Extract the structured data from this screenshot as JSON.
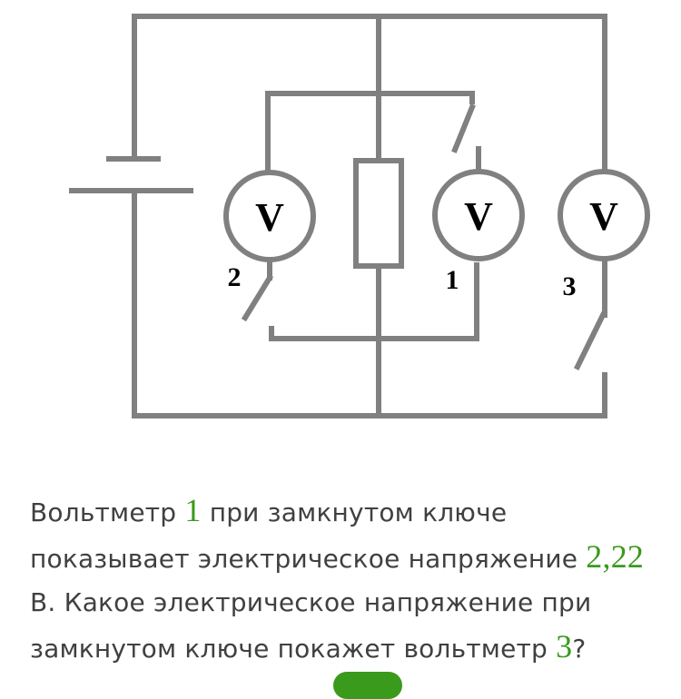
{
  "diagram": {
    "meter_letter": "V",
    "meters": [
      {
        "id": "voltmeter-2",
        "label": "2"
      },
      {
        "id": "voltmeter-1",
        "label": "1"
      },
      {
        "id": "voltmeter-3",
        "label": "3"
      }
    ]
  },
  "question": {
    "part1": "Вольтметр ",
    "meter_a": "1",
    "part2": " при замкнутом ключе показывает электрическое напряжение ",
    "voltage": "2,22",
    "part3": " В. Какое электрическое напряжение при замкнутом ключе покажет вольтметр ",
    "meter_b": "3",
    "part4": "?"
  },
  "colors": {
    "wire": "#808080",
    "text": "#404040",
    "accent": "#3a9a1c"
  }
}
